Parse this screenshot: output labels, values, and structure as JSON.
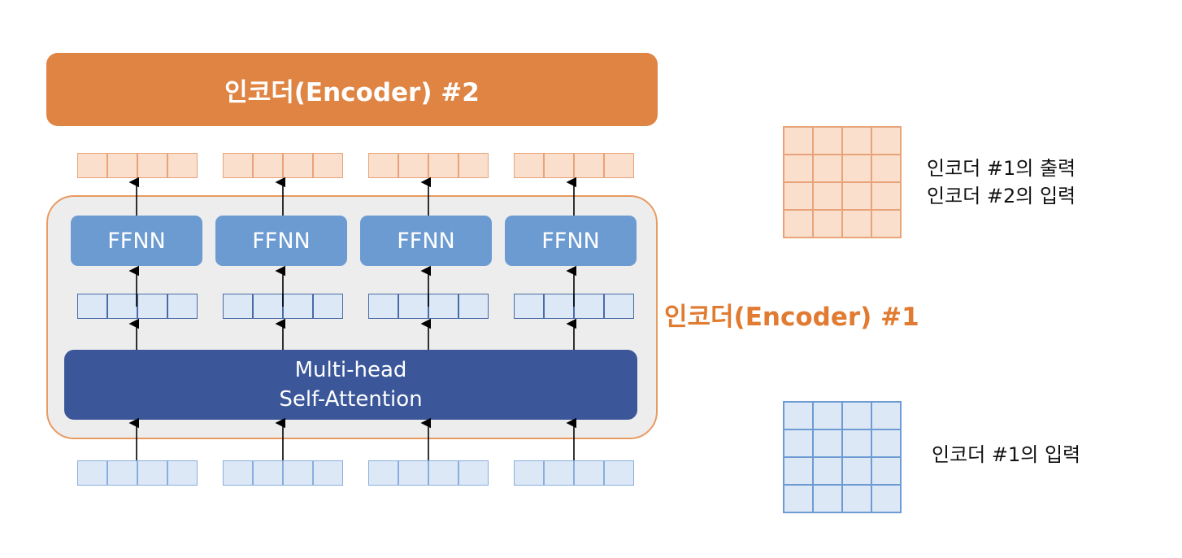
{
  "encoder2": {
    "title": "인코더(Encoder) #2"
  },
  "encoder1": {
    "label": "인코더(Encoder) #1",
    "ffnn": [
      "FFNN",
      "FFNN",
      "FFNN",
      "FFNN"
    ],
    "attention": {
      "line1": "Multi-head",
      "line2": "Self-Attention"
    }
  },
  "legend": {
    "output": {
      "line1": "인코더 #1의 출력",
      "line2": "인코더 #2의 입력"
    },
    "input": {
      "line1": "인코더 #1의 입력"
    }
  },
  "colors": {
    "encoder2": "#DF8443",
    "encoder1_label": "#E07B31",
    "ffnn": "#6C9BD2",
    "attention": "#3B5799",
    "output_vector": "#F9DFCC",
    "input_vector": "#DCE8F6"
  }
}
